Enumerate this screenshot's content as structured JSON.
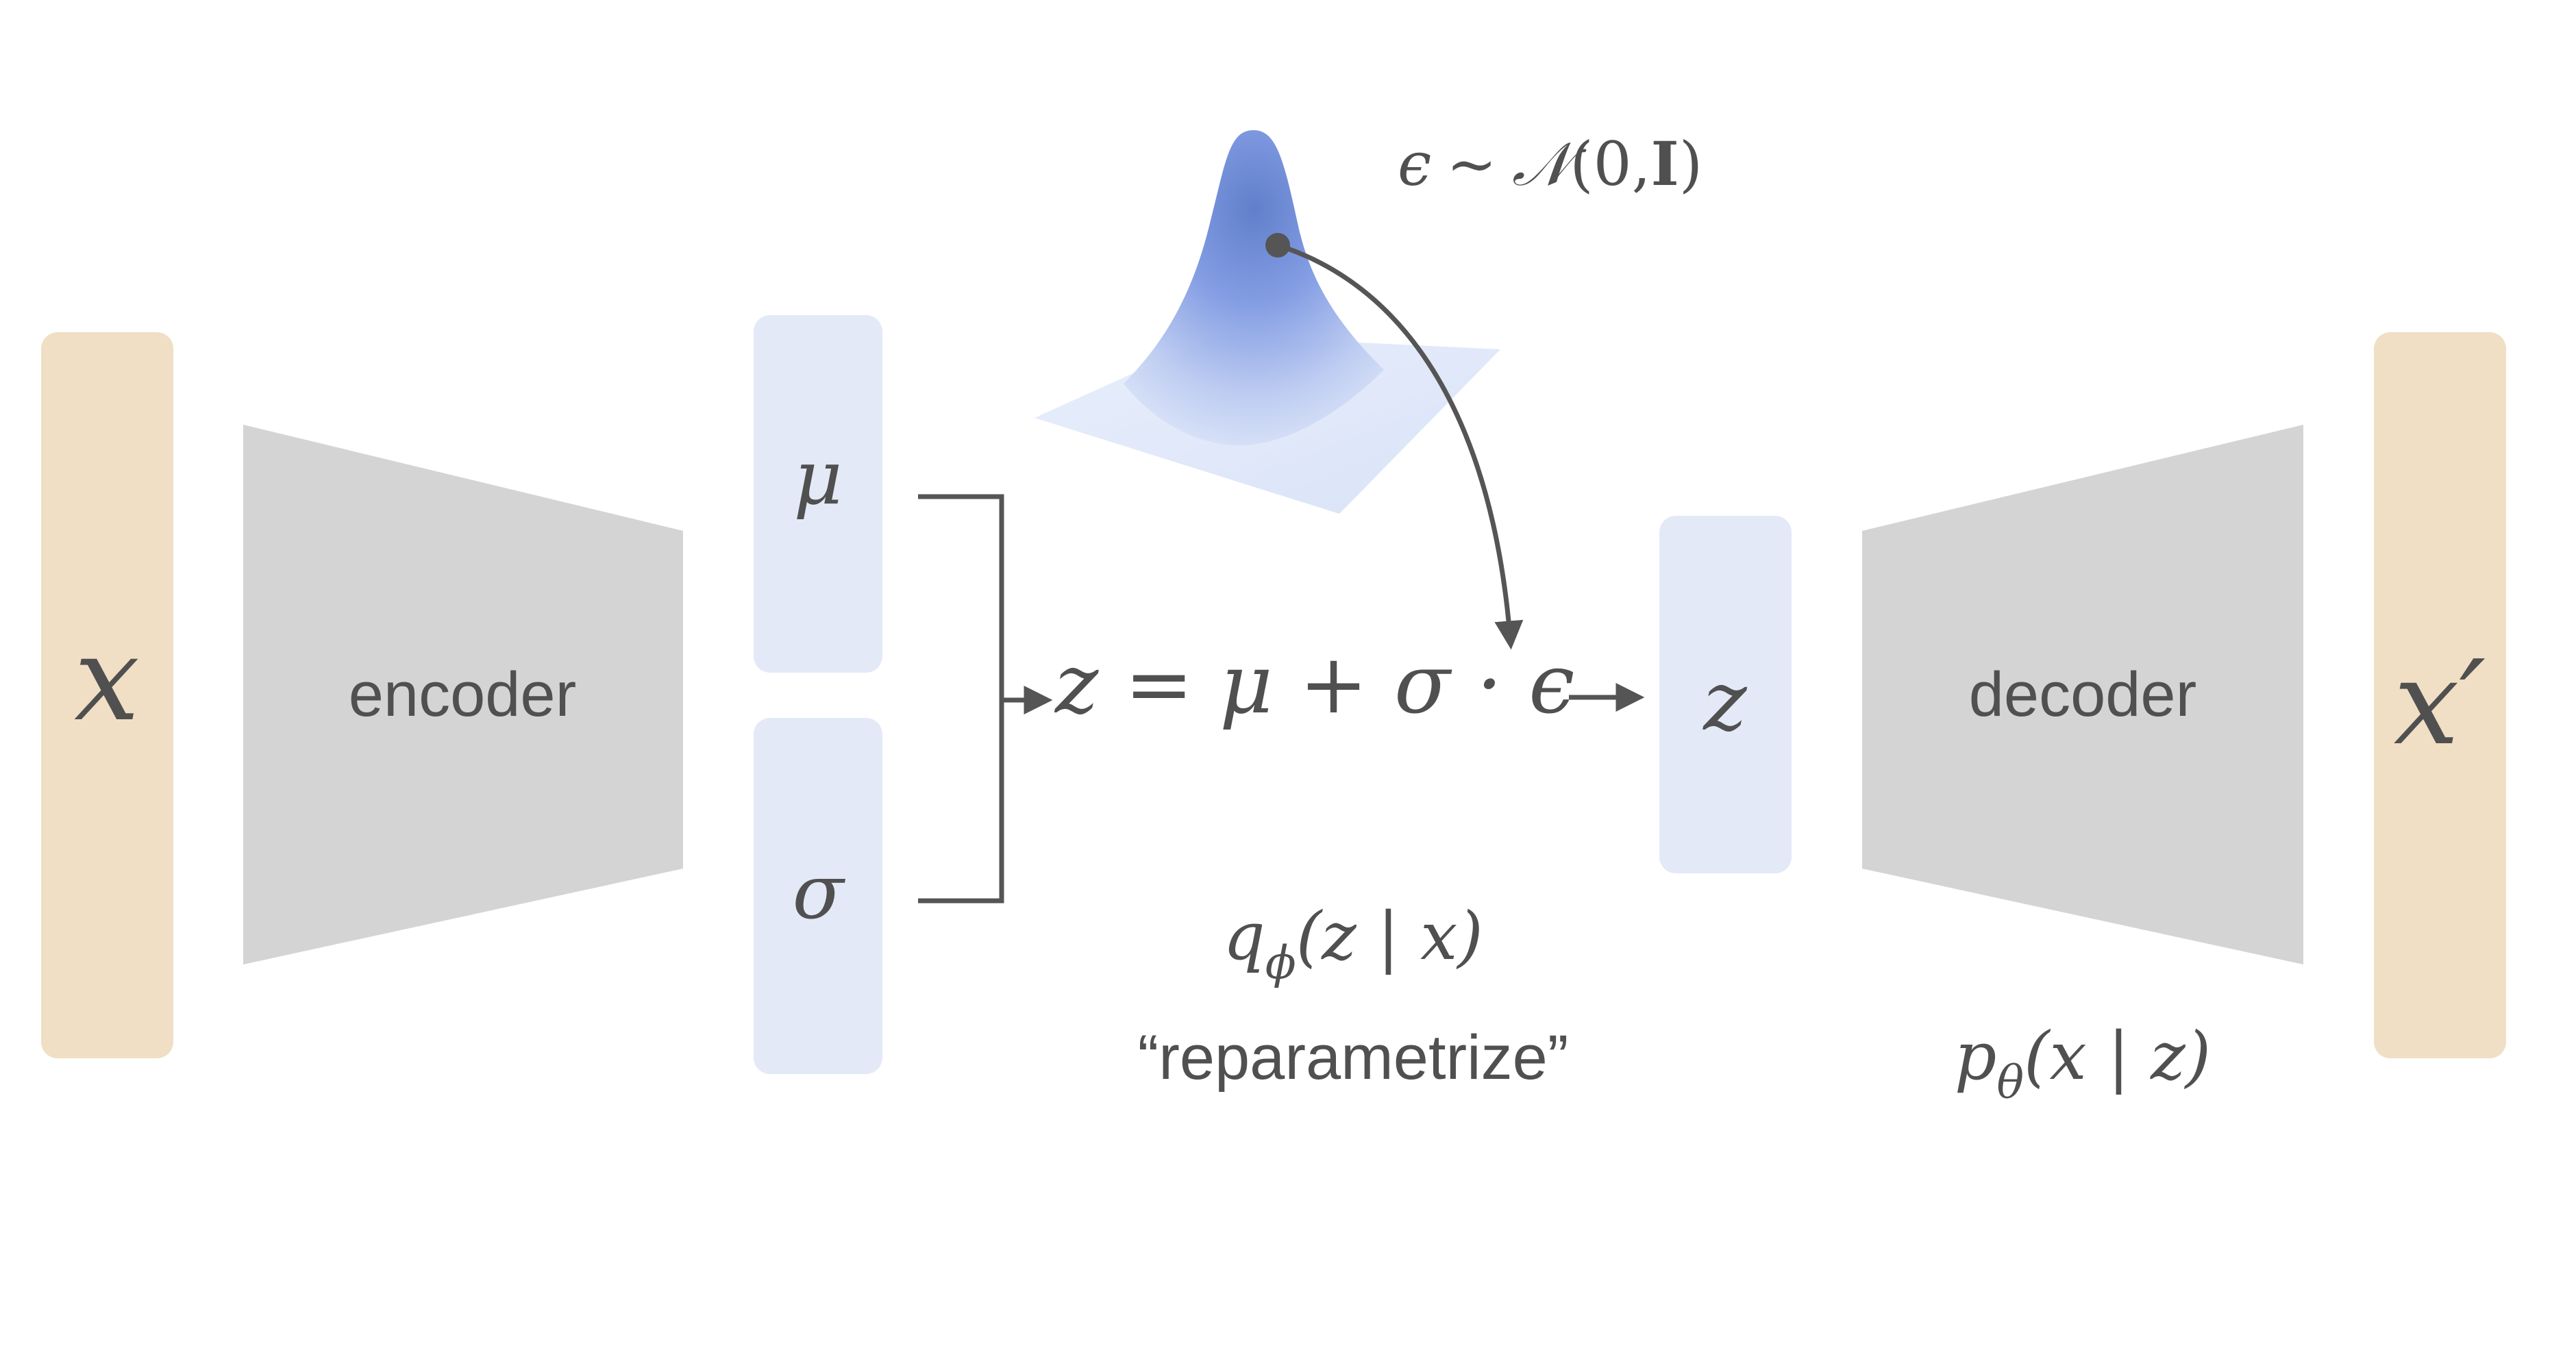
{
  "colors": {
    "io_block": "#f0dfc4",
    "latent_block": "#e3e9f7",
    "network": "#d4d4d4",
    "text": "#505050",
    "line": "#555555",
    "gauss_peak": "#5878c8",
    "gauss_base": "#e4ebfa"
  },
  "input": {
    "label": "x",
    "icon": "input-block"
  },
  "encoder": {
    "label": "encoder"
  },
  "mu": {
    "label": "μ"
  },
  "sigma": {
    "label": "σ"
  },
  "reparam": {
    "equation": "z = μ + σ · ϵ",
    "quote": "“reparametrize”"
  },
  "noise": {
    "eps": "ϵ",
    "tilde": "~",
    "dist": "𝒩",
    "args_open": "(0,",
    "args_bold": "I",
    "args_close": ")",
    "icon": "gaussian-surface-icon"
  },
  "z_block": {
    "label": "z"
  },
  "q": {
    "base": "q",
    "sub": "ϕ",
    "args": "(z | x)"
  },
  "decoder": {
    "label": "decoder"
  },
  "p": {
    "base": "p",
    "sub": "θ",
    "args": "(x | z)"
  },
  "output": {
    "label": "x′",
    "icon": "output-block"
  }
}
